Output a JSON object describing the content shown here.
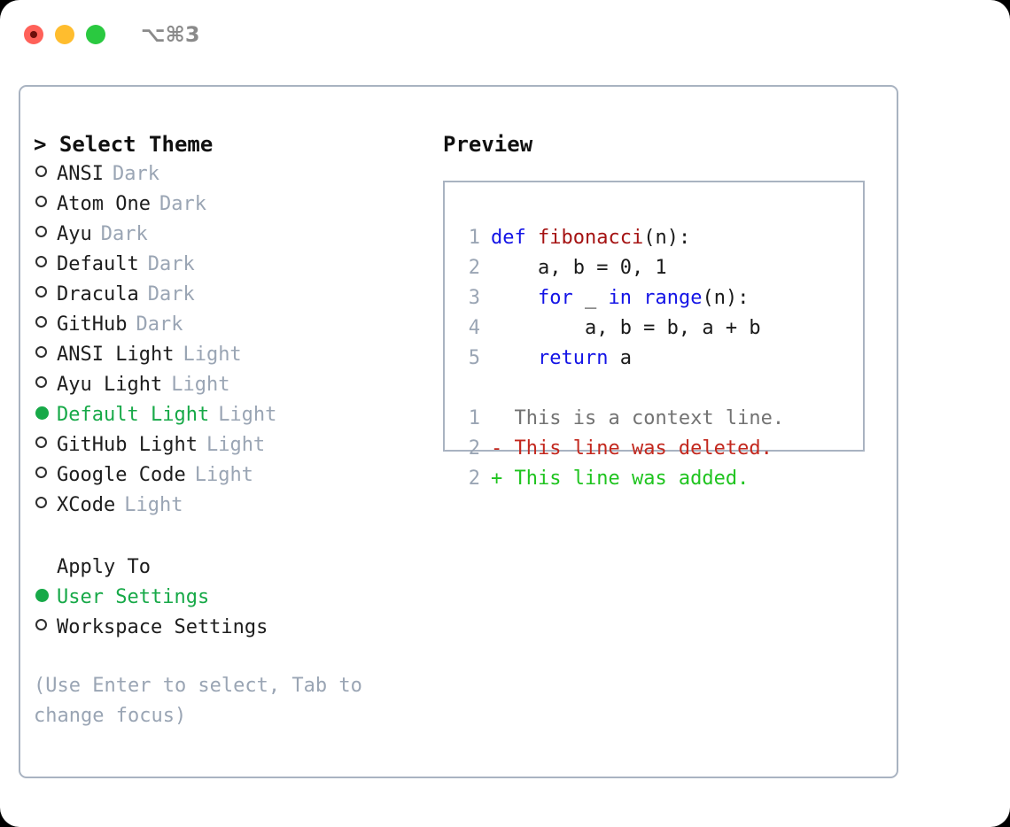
{
  "window": {
    "traffic_lights": [
      "close-button",
      "minimize-button",
      "zoom-button"
    ],
    "shortcut": "⌥⌘3",
    "colors": {
      "close": "#ff6159",
      "minimize": "#ffbd2e",
      "zoom": "#2ac940",
      "border": "#a9b3c1",
      "accent_green": "#17a948",
      "muted": "#9aa5b4"
    }
  },
  "themes": {
    "heading": "> Select Theme",
    "caret": ">",
    "heading_text": "Select Theme",
    "items": [
      {
        "marker": "○",
        "label": "ANSI",
        "badge": "Dark",
        "selected": false
      },
      {
        "marker": "○",
        "label": "Atom One",
        "badge": "Dark",
        "selected": false
      },
      {
        "marker": "○",
        "label": "Ayu",
        "badge": "Dark",
        "selected": false
      },
      {
        "marker": "○",
        "label": "Default",
        "badge": "Dark",
        "selected": false
      },
      {
        "marker": "○",
        "label": "Dracula",
        "badge": "Dark",
        "selected": false
      },
      {
        "marker": "○",
        "label": "GitHub",
        "badge": "Dark",
        "selected": false
      },
      {
        "marker": "○",
        "label": "ANSI Light",
        "badge": "Light",
        "selected": false
      },
      {
        "marker": "○",
        "label": "Ayu Light",
        "badge": "Light",
        "selected": false
      },
      {
        "marker": "●",
        "label": "Default Light",
        "badge": "Light",
        "selected": true
      },
      {
        "marker": "○",
        "label": "GitHub Light",
        "badge": "Light",
        "selected": false
      },
      {
        "marker": "○",
        "label": "Google Code",
        "badge": "Light",
        "selected": false
      },
      {
        "marker": "○",
        "label": "XCode",
        "badge": "Light",
        "selected": false
      }
    ]
  },
  "apply_to": {
    "heading": "Apply To",
    "items": [
      {
        "marker": "●",
        "label": "User Settings",
        "selected": true
      },
      {
        "marker": "○",
        "label": "Workspace Settings",
        "selected": false
      }
    ]
  },
  "hint": "(Use Enter to select, Tab to change focus)",
  "preview": {
    "title": "Preview",
    "code_lines": [
      {
        "no": "1",
        "tokens": [
          {
            "t": "def ",
            "c": "kw"
          },
          {
            "t": "fibonacci",
            "c": "fn"
          },
          {
            "t": "(n):",
            "c": "plain"
          }
        ]
      },
      {
        "no": "2",
        "tokens": [
          {
            "t": "    a, b = 0, 1",
            "c": "plain"
          }
        ]
      },
      {
        "no": "3",
        "tokens": [
          {
            "t": "    ",
            "c": "plain"
          },
          {
            "t": "for",
            "c": "kw"
          },
          {
            "t": " _ ",
            "c": "plain"
          },
          {
            "t": "in ",
            "c": "kw"
          },
          {
            "t": "range",
            "c": "bi"
          },
          {
            "t": "(n):",
            "c": "plain"
          }
        ]
      },
      {
        "no": "4",
        "tokens": [
          {
            "t": "        a, b = b, a + b",
            "c": "plain"
          }
        ]
      },
      {
        "no": "5",
        "tokens": [
          {
            "t": "    ",
            "c": "plain"
          },
          {
            "t": "return",
            "c": "kw"
          },
          {
            "t": " a",
            "c": "plain"
          }
        ]
      }
    ],
    "diff_lines": [
      {
        "no": "1",
        "sign": "  ",
        "text": "This is a context line.",
        "kind": "d-ctx"
      },
      {
        "no": "2",
        "sign": "- ",
        "text": "This line was deleted.",
        "kind": "d-del"
      },
      {
        "no": "2",
        "sign": "+ ",
        "text": "This line was added.",
        "kind": "d-add"
      }
    ]
  }
}
